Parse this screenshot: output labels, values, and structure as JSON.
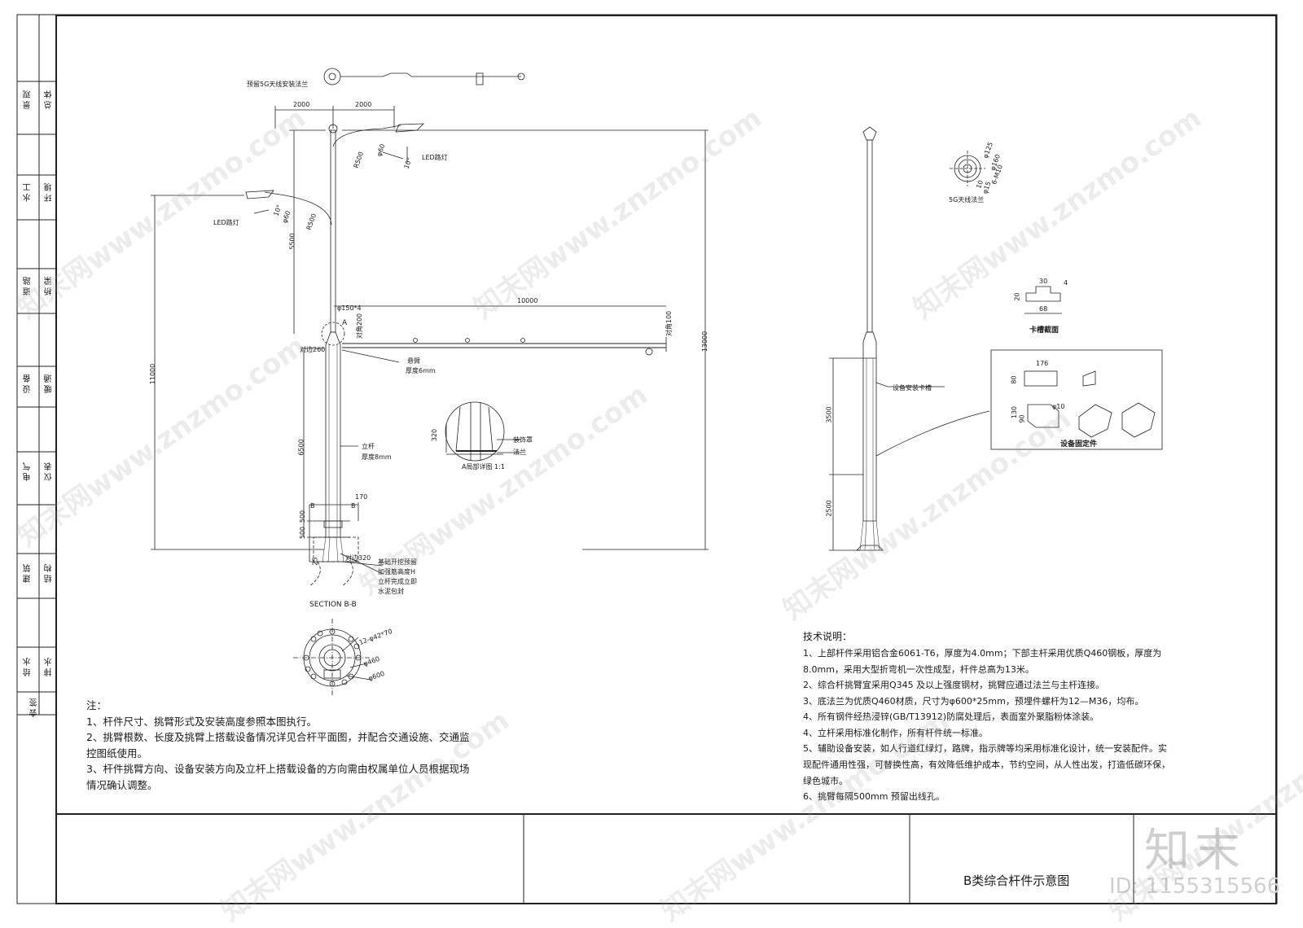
{
  "sidebar": {
    "labels": [
      {
        "a": "景观",
        "b": "总体"
      },
      {
        "a": "水工",
        "b": "环境"
      },
      {
        "a": "道路",
        "b": "桥梁"
      },
      {
        "a": "设备",
        "b": "暖通"
      },
      {
        "a": "电气",
        "b": "仪表"
      },
      {
        "a": "建筑",
        "b": "结构"
      },
      {
        "a": "给水",
        "b": "排水"
      },
      {
        "a": "会签",
        "b": ""
      }
    ]
  },
  "left_drawing": {
    "label_5g_flange": "预留5G天线安装法兰",
    "dim_2000_left": "2000",
    "dim_2000_right": "2000",
    "led_lamp_right": "LED路灯",
    "led_lamp_left": "LED路灯",
    "arm_r1": "R500",
    "arm_d1": "φ60",
    "arm_a1": "10°",
    "arm_r2": "R500",
    "arm_d2": "φ60",
    "arm_a2": "10°",
    "dim_5500": "5500",
    "dim_10000": "10000",
    "pole_diam": "φ150*4",
    "label_a": "A",
    "dim_200": "对角200",
    "dim_260": "对边260",
    "dim_100": "对角100",
    "arm_label": "悬臂",
    "arm_thickness": "厚度6mm",
    "dim_11000": "11000",
    "dim_13000": "13000",
    "dim_6500": "6500",
    "pole_label": "立杆",
    "pole_thickness": "厚度8mm",
    "dim_170": "170",
    "section_b_left": "B",
    "section_b_right": "B",
    "dim_500a": "500",
    "dim_500b": "500",
    "dim_25": "25",
    "dim_320": "对边320",
    "foundation_note_1": "基础开挖预留",
    "foundation_note_2": "加强筋高度H",
    "foundation_note_3": "立杆完成立即",
    "foundation_note_4": "水泥包封",
    "section_title": "SECTION B-B",
    "base_bolts": "12-φ42*70",
    "base_d1": "φ460",
    "base_d2": "φ600",
    "detail_dim": "320",
    "detail_label1": "装饰罩",
    "detail_label2": "法兰",
    "detail_title": "A局部详图 1:1"
  },
  "right_drawing": {
    "flange_title": "5G天线法兰",
    "flange_d1": "φ125",
    "flange_d2": "φ160",
    "flange_bolts": "6-M10",
    "flange_t": "10",
    "flange_d3": "φ15",
    "slot_w": "30",
    "slot_h": "20",
    "slot_t": "4",
    "slot_base": "68",
    "slot_title": "卡槽截面",
    "slot_label": "设备安装卡槽",
    "fix_w": "176",
    "fix_h1": "80",
    "fix_h2": "130",
    "fix_h3": "90",
    "fix_d": "φ10",
    "fix_title": "设备固定件",
    "dim_3500": "3500",
    "dim_2500": "2500"
  },
  "notes": {
    "title": "注：",
    "lines": [
      "1、杆件尺寸、挑臂形式及安装高度参照本图执行。",
      "2、挑臂根数、长度及挑臂上搭载设备情况详见合杆平面图，并配合交通设施、交通监",
      "控图纸使用。",
      "3、杆件挑臂方向、设备安装方向及立杆上搭载设备的方向需由权属单位人员根据现场",
      "情况确认调整。"
    ]
  },
  "tech": {
    "title": "技术说明：",
    "lines": [
      "1、上部杆件采用铝合金6061-T6，厚度为4.0mm；下部主杆采用优质Q460钢板，厚度为",
      "8.0mm，采用大型折弯机一次性成型，杆件总高为13米。",
      "2、综合杆挑臂宜采用Q345 及以上强度钢材，挑臂应通过法兰与主杆连接。",
      "3、底法兰为优质Q460材质，尺寸为φ600*25mm，预埋件螺杆为12—M36，均布。",
      "4、所有钢件经热浸锌(GB/T13912)防腐处理后，表面室外聚脂粉体涂装。",
      "4、立杆采用标准化制作，所有杆件统一标准。",
      "5、辅助设备安装，如人行道红绿灯，路牌，指示牌等均采用标准化设计，统一安装配件。实",
      "现配件通用性强，可替换性高，有效降低维护成本，节约空间，从人性出发，打造低碳环保，",
      "绿色城市。",
      "6、挑臂每隔500mm 预留出线孔。"
    ]
  },
  "titleblock": {
    "drawing_title": "B类综合杆件示意图",
    "logo_text": "知末",
    "id_text": "ID: 1155315566"
  },
  "watermark": {
    "text": "知末网www.znzmo.com"
  }
}
